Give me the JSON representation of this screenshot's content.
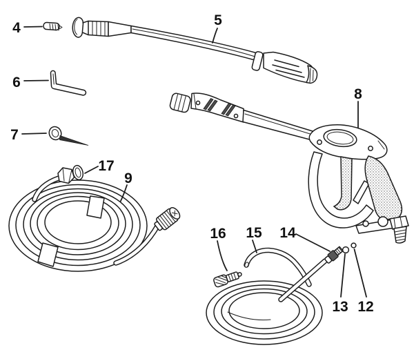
{
  "diagram": {
    "kind": "exploded-parts-diagram",
    "background": "#ffffff",
    "line_color": "#1c1c1c",
    "callouts": [
      {
        "number": "4",
        "depicts": "nozzle-pin"
      },
      {
        "number": "5",
        "depicts": "spray-wand-lance"
      },
      {
        "number": "6",
        "depicts": "hex-key"
      },
      {
        "number": "7",
        "depicts": "nozzle-cleaning-pin"
      },
      {
        "number": "8",
        "depicts": "trigger-spray-gun"
      },
      {
        "number": "9",
        "depicts": "high-pressure-hose-coil"
      },
      {
        "number": "12",
        "depicts": "small-o-ring"
      },
      {
        "number": "13",
        "depicts": "o-ring"
      },
      {
        "number": "14",
        "depicts": "tube-fitting"
      },
      {
        "number": "15",
        "depicts": "chemical-suction-tube-coil"
      },
      {
        "number": "16",
        "depicts": "chemical-filter-fitting"
      },
      {
        "number": "17",
        "depicts": "hose-o-ring"
      }
    ]
  }
}
